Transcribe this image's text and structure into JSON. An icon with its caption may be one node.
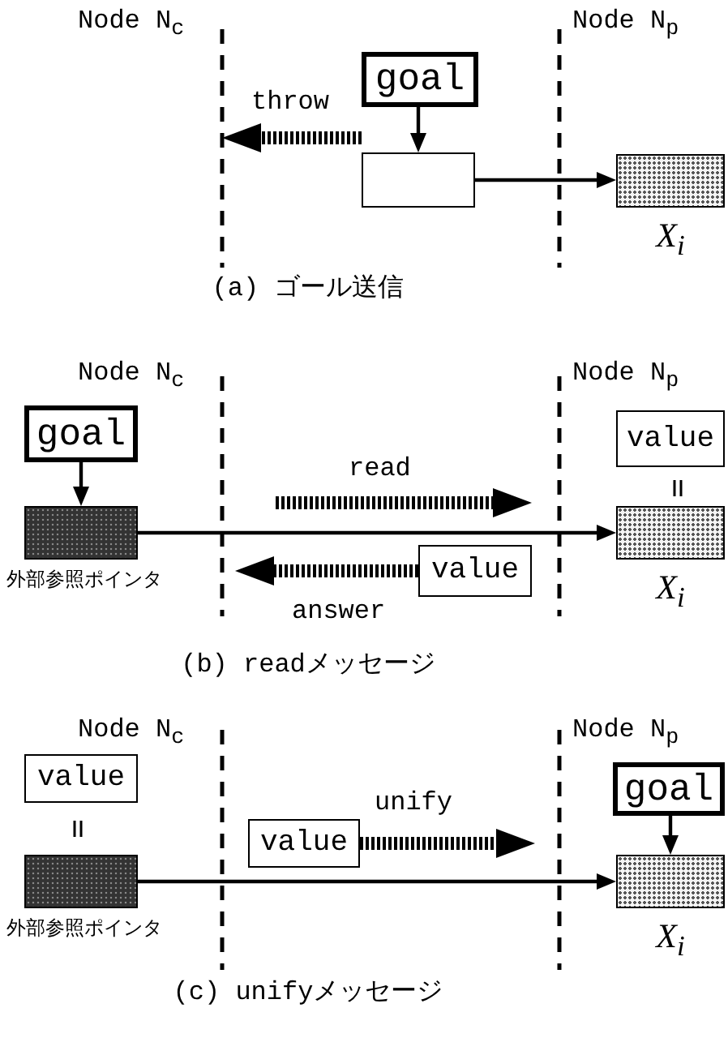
{
  "diagram": {
    "nodes": [
      {
        "text": [
          "goal"
        ]
      },
      {
        "text": [],
        "shape": "box"
      },
      {
        "text": [],
        "shape": "box",
        "beside": [
          "X$_{i}$"
        ]
      },
      {
        "text": [
          "goal"
        ]
      },
      {
        "text": [],
        "shape": "box",
        "beside": [
          "外部参照ポインタ"
        ]
      },
      {
        "text": [
          "value"
        ]
      },
      {
        "text": [],
        "shape": "box",
        "beside": [
          "X$_{i}$"
        ]
      },
      {
        "text": [
          "value"
        ]
      },
      {
        "text": [
          "value"
        ]
      },
      {
        "text": [],
        "shape": "box",
        "beside": [
          "外部参照ポインタ"
        ]
      },
      {
        "text": [
          "value"
        ]
      },
      {
        "text": [
          "goal"
        ]
      },
      {
        "text": [],
        "shape": "box",
        "beside": [
          "X$_{i}$"
        ]
      }
    ],
    "edges": [
      {
        "from": 0,
        "to": 1,
        "arrow": "to"
      },
      {
        "from": 1,
        "to": 2,
        "arrow": "to"
      },
      {
        "from": 3,
        "to": 4,
        "arrow": "to"
      },
      {
        "from": 4,
        "to": 6,
        "arrow": "to"
      },
      {
        "from": 7,
        "to": null,
        "arrow": "to",
        "label": "answer",
        "style": "dashed"
      },
      {
        "from": 9,
        "to": 12,
        "arrow": "to"
      },
      {
        "from": 11,
        "to": 12,
        "arrow": "to"
      },
      {
        "from": 10,
        "to": null,
        "arrow": "to",
        "label": "unify",
        "style": "dashed"
      }
    ],
    "labels": [
      "Node N$_{c}$",
      "Node N$_{p}$",
      "throw",
      "(a) ゴール送信",
      "Node N$_{c}$",
      "Node N$_{p}$",
      "read",
      "(b) readメッセージ",
      "Node N$_{c}$",
      "Node N$_{p}$",
      "(c) unifyメッセージ"
    ]
  }
}
